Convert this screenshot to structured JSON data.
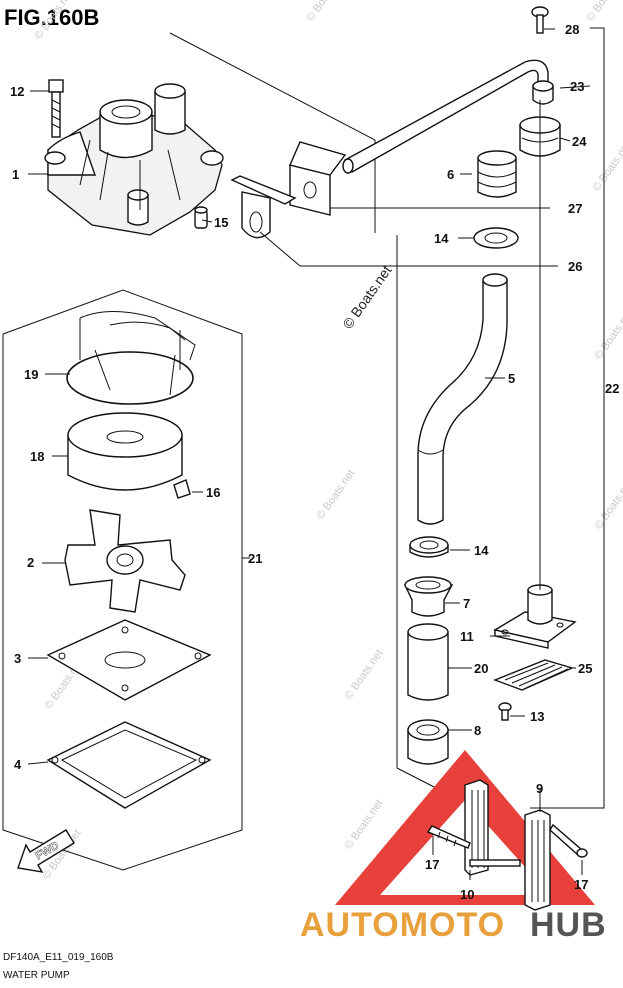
{
  "figure": {
    "title": "FIG.160B",
    "model_code": "DF140A_E11_019_160B",
    "caption": "WATER PUMP"
  },
  "watermark": "© Boats.net",
  "brand_logo": {
    "text_left": "AUTOMOTO",
    "text_right": "HUB",
    "color_left": "#e8a03c",
    "color_right": "#555555",
    "triangle_color": "#e8413c"
  },
  "callouts": {
    "c1": "1",
    "c2": "2",
    "c3": "3",
    "c4": "4",
    "c5": "5",
    "c6": "6",
    "c7": "7",
    "c8": "8",
    "c9": "9",
    "c10": "10",
    "c11": "11",
    "c12": "12",
    "c13": "13",
    "c14a": "14",
    "c14b": "14",
    "c15": "15",
    "c16": "16",
    "c17a": "17",
    "c17b": "17",
    "c18": "18",
    "c19": "19",
    "c20": "20",
    "c21": "21",
    "c22": "22",
    "c23": "23",
    "c24": "24",
    "c25": "25",
    "c26": "26",
    "c27": "27",
    "c28": "28"
  },
  "fwd_label": "FWD"
}
